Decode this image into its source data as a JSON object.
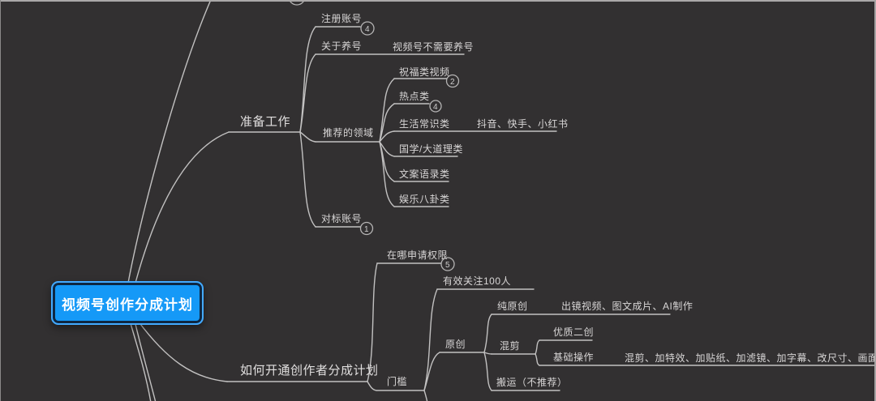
{
  "canvas": {
    "background": "#323031",
    "line_color": "#c2c1c1",
    "text_color": "#d8d6d6",
    "accent_blue": "#1599f7",
    "root_border_blue": "#43aaff"
  },
  "root": {
    "label": "视频号创作分成计划"
  },
  "nodes": {
    "preparation": {
      "label": "准备工作"
    },
    "register_account": {
      "label": "注册账号",
      "badge": "4"
    },
    "about_nurturing": {
      "label": "关于养号"
    },
    "no_nurturing_needed": {
      "label": "视频号不需要养号"
    },
    "recommended_fields": {
      "label": "推荐的领域"
    },
    "blessing_videos": {
      "label": "祝福类视频",
      "badge": "2"
    },
    "hot_topics": {
      "label": "热点类",
      "badge": "4"
    },
    "life_tips": {
      "label": "生活常识类"
    },
    "platforms": {
      "label": "抖音、快手、小红书"
    },
    "guoxue": {
      "label": "国学/大道理类"
    },
    "copywriting_quotes": {
      "label": "文案语录类"
    },
    "entertainment_gossip": {
      "label": "娱乐八卦类"
    },
    "benchmark_accounts": {
      "label": "对标账号",
      "badge": "1"
    },
    "how_to_join": {
      "label": "如何开通创作者分成计划"
    },
    "where_to_apply": {
      "label": "在哪申请权限",
      "badge": "5"
    },
    "threshold": {
      "label": "门槛"
    },
    "valid_followers": {
      "label": "有效关注100人"
    },
    "original": {
      "label": "原创"
    },
    "pure_original": {
      "label": "纯原创"
    },
    "pure_original_types": {
      "label": "出镜视频、图文成片、AI制作"
    },
    "mixed_editing": {
      "label": "混剪"
    },
    "quality_second_creation": {
      "label": "优质二创"
    },
    "basic_operations": {
      "label": "基础操作"
    },
    "basic_operations_list": {
      "label": "混剪、加特效、加贴纸、加滤镜、加字幕、改尺寸、画面镜像、改变速度、"
    },
    "moving_not_recommended": {
      "label": "搬运（不推荐）"
    }
  }
}
